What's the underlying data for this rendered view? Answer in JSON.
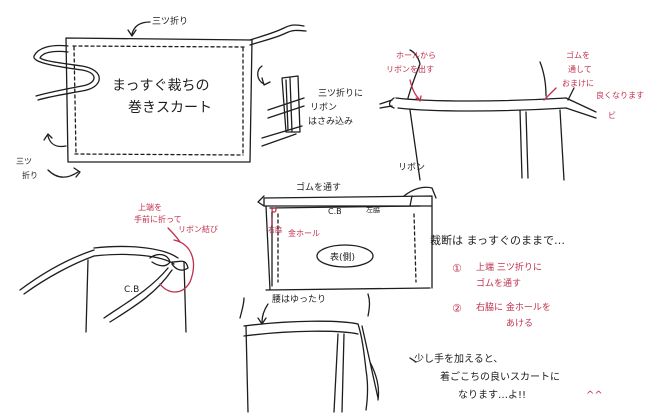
{
  "colors": {
    "ink": "#1d1d1d",
    "red": "#c0304e",
    "paper": "#ffffff"
  },
  "sketch1": {
    "label_fold_top": "三ツ折り",
    "title_line1": "まっすぐ裁ちの",
    "title_line2": "巻きスカート",
    "label_fold_left_1": "三ツ",
    "label_fold_left_2": "折り",
    "label_ribbon_1": "三ツ折りに",
    "label_ribbon_2": "リボン",
    "label_ribbon_3": "はさみ込み"
  },
  "sketch2": {
    "label_hole_1": "ホールから",
    "label_hole_2": "リボンを出す",
    "label_elastic_1": "ゴムを",
    "label_elastic_2": "通して",
    "label_elastic_3": "おまけに",
    "label_good": "良くなります",
    "label_smile": "ビ"
  },
  "sketch3": {
    "label_elastic": "ゴムを通す",
    "label_ribbon": "リボン",
    "label_cb": "C.B",
    "label_left_waist": "左脇",
    "label_waist_vertical": "右脇",
    "label_grommet": "金ホール",
    "label_wrong_side": "表(側)"
  },
  "sketch4": {
    "label_line1": "上端を",
    "label_line2": "手前に折って",
    "label_line3": "リボン結び",
    "label_cb": "C.B"
  },
  "sketch5": {
    "label_waist": "腰はゆったり"
  },
  "notes": {
    "heading": "裁断は まっすぐのままで…",
    "item1_num": "①",
    "item1_line1": "上端 三ツ折りに",
    "item1_line2": "ゴムを通す",
    "item2_num": "②",
    "item2_line1": "右脇に 金ホールを",
    "item2_line2": "あける",
    "closing_line1": "少し手を加えると、",
    "closing_line2": "着ごこちの良いスカートに",
    "closing_line3": "なります…よ!!",
    "closing_face": "^^"
  }
}
